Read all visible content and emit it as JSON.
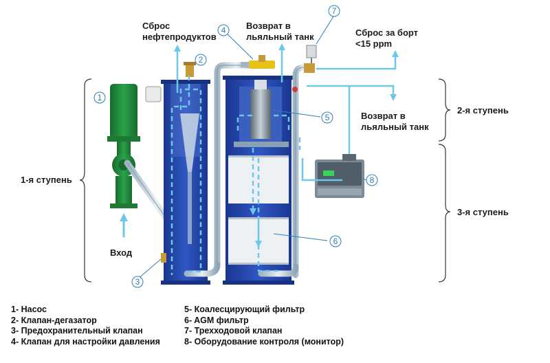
{
  "labels": {
    "discharge_oil": [
      "Сброс",
      "нефтепродуктов"
    ],
    "return_top": [
      "Возврат в",
      "льяльный танк"
    ],
    "discharge_overboard": [
      "Сброс за борт",
      "<15 ppm"
    ],
    "return_right": [
      "Возврат в",
      "льяльный танк"
    ],
    "inlet": "Вход"
  },
  "stages": {
    "stage1": "1-я ступень",
    "stage2": "2-я ступень",
    "stage3": "3-я ступень"
  },
  "callouts": [
    "1",
    "2",
    "3",
    "4",
    "5",
    "6",
    "7",
    "8"
  ],
  "legend": {
    "left": [
      "1- Насос",
      "2- Клапан-дегазатор",
      "3- Предохранительный клапан",
      "4- Клапан для настройки давления"
    ],
    "right": [
      "5- Коалесцирующий фильтр",
      "6- AGM фильтр",
      "7- Трехходовой клапан",
      "8- Оборудование контроля (монитор)"
    ]
  },
  "colors": {
    "tank_blue": "#1f3f9c",
    "pump_green": "#1f8a3a",
    "arrow_cyan": "#6cc7ea",
    "callout_blue": "#2a7fb8"
  }
}
